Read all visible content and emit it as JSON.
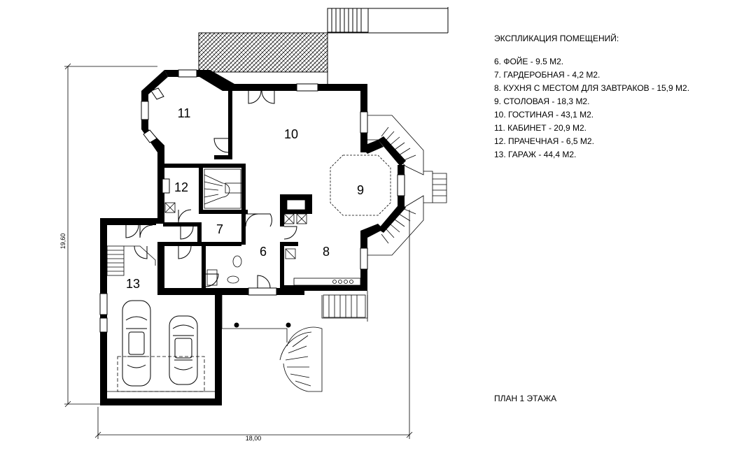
{
  "legend": {
    "title": "ЭКСПЛИКАЦИЯ ПОМЕЩЕНИЙ:",
    "items": [
      "6. ФОЙЕ - 9.5 М2.",
      "7. ГАРДЕРОБНАЯ - 4,2 М2.",
      "8. КУХНЯ С МЕСТОМ ДЛЯ ЗАВТРАКОВ - 15,9 М2.",
      "9. СТОЛОВАЯ - 18,3 М2.",
      "10. ГОСТИНАЯ - 43,1 М2.",
      "11. КАБИНЕТ - 20,9 М2.",
      "12. ПРАЧЕЧНАЯ - 6,5 М2.",
      "13. ГАРАЖ - 44,4 М2."
    ]
  },
  "plan_title": "ПЛАН 1 ЭТАЖА",
  "rooms": {
    "r6": "6",
    "r7": "7",
    "r8": "8",
    "r9": "9",
    "r10": "10",
    "r11": "11",
    "r12": "12",
    "r13": "13"
  },
  "dimensions": {
    "width": "18,00",
    "height": "19,60"
  },
  "colors": {
    "wall": "#000000",
    "background": "#ffffff"
  }
}
